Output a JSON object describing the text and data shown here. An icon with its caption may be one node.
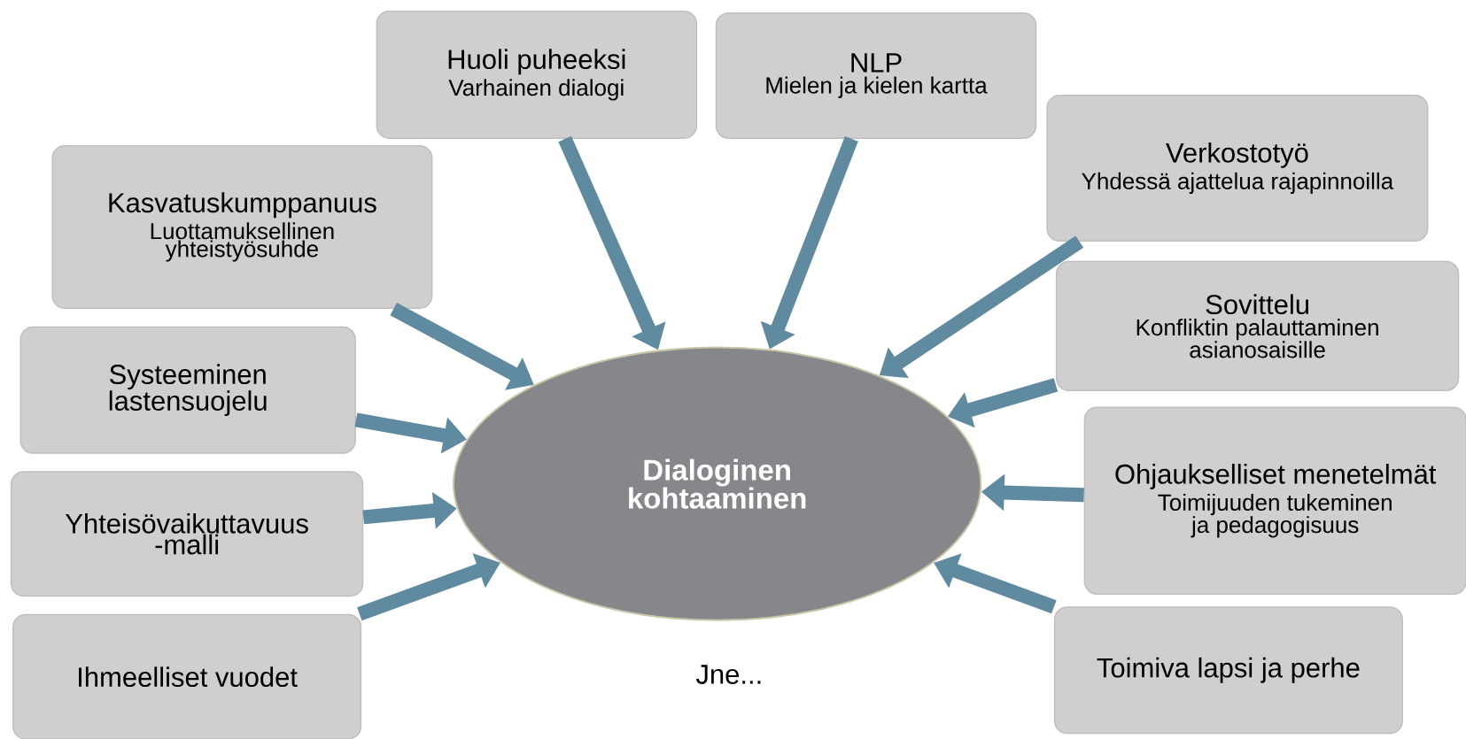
{
  "diagram": {
    "nodes": [
      {
        "text": [
          "Huoli puheeksi",
          "Varhainen dialogi"
        ]
      },
      {
        "text": [
          "NLP",
          "Mielen ja kielen kartta"
        ]
      },
      {
        "text": [
          "Kasvatuskumppanuus",
          "Luottamuksellinen yhteistyösuhde"
        ]
      },
      {
        "text": [
          "Verkostotyö",
          "Yhdessä ajattelua rajapinnoilla"
        ]
      },
      {
        "text": [
          "Sovittelu",
          "Konfliktin palauttaminen asianosaisille"
        ]
      },
      {
        "text": [
          "Systeeminen lastensuojelu"
        ]
      },
      {
        "text": [
          "Dialoginen kohtaaminen"
        ]
      },
      {
        "text": [
          "Ohjaukselliset menetelmät",
          "Toimijuuden tukeminen ja pedagogisuus"
        ]
      },
      {
        "text": [
          "Yhteisövaikuttavuus -malli"
        ]
      },
      {
        "text": [
          "Ihmeelliset vuodet"
        ]
      },
      {
        "text": [
          "Toimiva lapsi ja perhe"
        ]
      }
    ],
    "edges": [
      {
        "from": 0,
        "to": 6,
        "arrow": "to"
      },
      {
        "from": 1,
        "to": 6,
        "arrow": "to"
      },
      {
        "from": 2,
        "to": 6,
        "arrow": "to"
      },
      {
        "from": 3,
        "to": 6,
        "arrow": "to"
      },
      {
        "from": 4,
        "to": 6,
        "arrow": "to"
      },
      {
        "from": 5,
        "to": 6,
        "arrow": "to"
      },
      {
        "from": 7,
        "to": 6,
        "arrow": "to"
      },
      {
        "from": 8,
        "to": 6,
        "arrow": "to"
      },
      {
        "from": 9,
        "to": 6,
        "arrow": "to"
      },
      {
        "from": 10,
        "to": 6,
        "arrow": "to"
      }
    ],
    "labels": [
      "Jne..."
    ]
  }
}
